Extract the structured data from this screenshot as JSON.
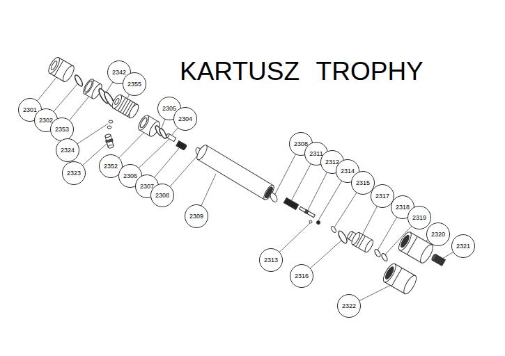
{
  "diagram": {
    "title": "KARTUSZ TROPHY",
    "nodes": [
      {
        "text": [
          "2301"
        ]
      },
      {
        "text": [
          "2302"
        ]
      },
      {
        "text": [
          "2353"
        ]
      },
      {
        "text": [
          "2342"
        ]
      },
      {
        "text": [
          "2355"
        ]
      },
      {
        "text": [
          "2324"
        ]
      },
      {
        "text": [
          "2323"
        ]
      },
      {
        "text": [
          "2352"
        ]
      },
      {
        "text": [
          "2305"
        ]
      },
      {
        "text": [
          "2304"
        ]
      },
      {
        "text": [
          "2306"
        ]
      },
      {
        "text": [
          "2307"
        ]
      },
      {
        "text": [
          "2308"
        ]
      },
      {
        "text": [
          "2309"
        ]
      },
      {
        "text": [
          "2308"
        ]
      },
      {
        "text": [
          "2311"
        ]
      },
      {
        "text": [
          "2312"
        ]
      },
      {
        "text": [
          "2314"
        ]
      },
      {
        "text": [
          "2315"
        ]
      },
      {
        "text": [
          "2313"
        ]
      },
      {
        "text": [
          "2316"
        ]
      },
      {
        "text": [
          "2317"
        ]
      },
      {
        "text": [
          "2318"
        ]
      },
      {
        "text": [
          "2319"
        ]
      },
      {
        "text": [
          "2320"
        ]
      },
      {
        "text": [
          "2321"
        ]
      },
      {
        "text": [
          "2322"
        ]
      }
    ]
  }
}
